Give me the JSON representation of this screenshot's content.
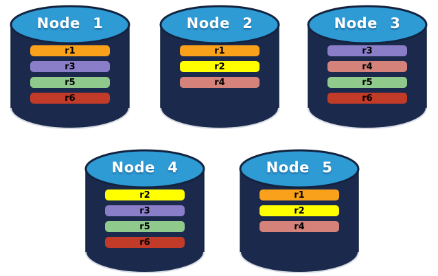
{
  "palette": {
    "cylinder_body": "#1B2A4C",
    "cylinder_top": "#2E9BD5",
    "cylinder_outline": "#13233F",
    "cylinder_bottom_rim": "#D7DCE5",
    "replicas": {
      "r1": "#F9A11B",
      "r2": "#FFFF00",
      "r3": "#8B7EC8",
      "r4": "#D5837A",
      "r5": "#8FC98C",
      "r6": "#C23A28"
    }
  },
  "nodes": [
    {
      "label": "Node 1",
      "replicas": [
        "r1",
        "r3",
        "r5",
        "r6"
      ]
    },
    {
      "label": "Node 2",
      "replicas": [
        "r1",
        "r2",
        "r4"
      ]
    },
    {
      "label": "Node 3",
      "replicas": [
        "r3",
        "r4",
        "r5",
        "r6"
      ]
    },
    {
      "label": "Node 4",
      "replicas": [
        "r2",
        "r3",
        "r5",
        "r6"
      ]
    },
    {
      "label": "Node 5",
      "replicas": [
        "r1",
        "r2",
        "r4"
      ]
    }
  ]
}
